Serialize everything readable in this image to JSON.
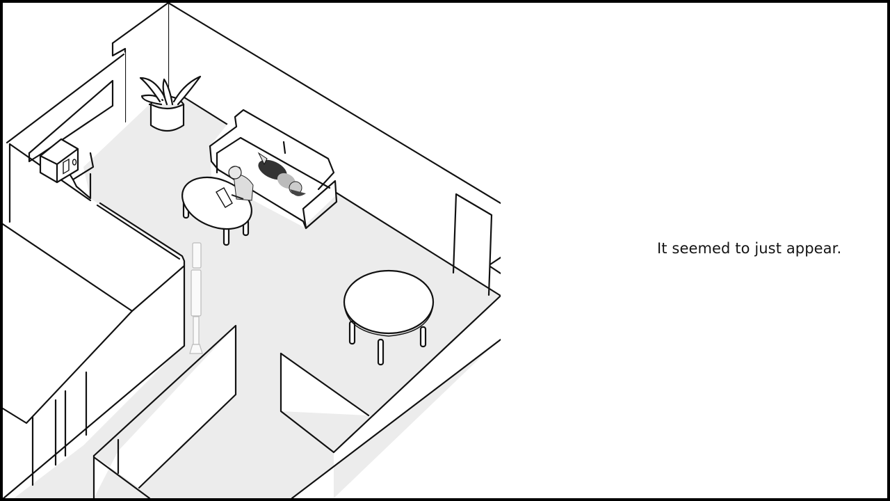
{
  "scene": {
    "description": "Isometric line-art apartment: living room with sofa, oval coffee table, round table, potted plant, kitchen counter with microwave, stick vacuum",
    "characters": [
      {
        "name": "boy",
        "pose": "sitting at coffee table with tablet"
      },
      {
        "name": "woman",
        "pose": "lying curled on sofa"
      }
    ],
    "objects": [
      "potted-plant",
      "sofa",
      "oval-coffee-table",
      "tablet",
      "round-table",
      "microwave",
      "kitchen-counter",
      "stick-vacuum",
      "door"
    ],
    "colors": {
      "floor": "#ececec",
      "lines": "#111111",
      "walls": "#ffffff",
      "border": "#000000"
    }
  },
  "dialogue": {
    "caption": "It seemed to just appear."
  }
}
